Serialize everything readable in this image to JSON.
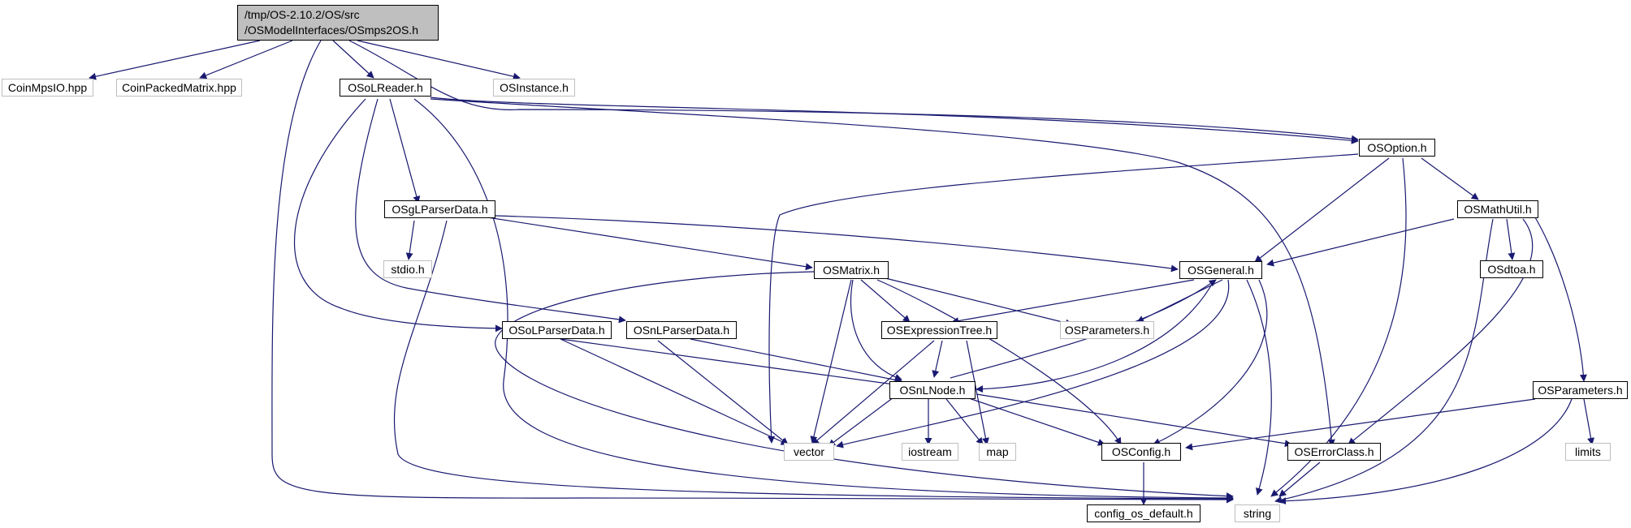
{
  "diagram": {
    "root": {
      "line1": "/tmp/OS-2.10.2/OS/src",
      "line2": "/OSModelInterfaces/OSmps2OS.h"
    },
    "nodes": {
      "coinmpsio": "CoinMpsIO.hpp",
      "coinpackedmatrix": "CoinPackedMatrix.hpp",
      "osolreader": "OSoLReader.h",
      "osinstance": "OSInstance.h",
      "osoption": "OSOption.h",
      "osmathutil": "OSMathUtil.h",
      "osglparserdata": "OSgLParserData.h",
      "stdio": "stdio.h",
      "osmatrix": "OSMatrix.h",
      "osgeneral": "OSGeneral.h",
      "osdtoa": "OSdtoa.h",
      "osolparserdata": "OSoLParserData.h",
      "osnlparserdata": "OSnLParserData.h",
      "osexpressiontree": "OSExpressionTree.h",
      "osparameters_ext": "OSParameters.h",
      "osnlnode": "OSnLNode.h",
      "osparameters": "OSParameters.h",
      "vector": "vector",
      "iostream": "iostream",
      "map": "map",
      "osconfig": "OSConfig.h",
      "oserrorclass": "OSErrorClass.h",
      "limits": "limits",
      "configosdefault": "config_os_default.h",
      "string": "string"
    }
  }
}
